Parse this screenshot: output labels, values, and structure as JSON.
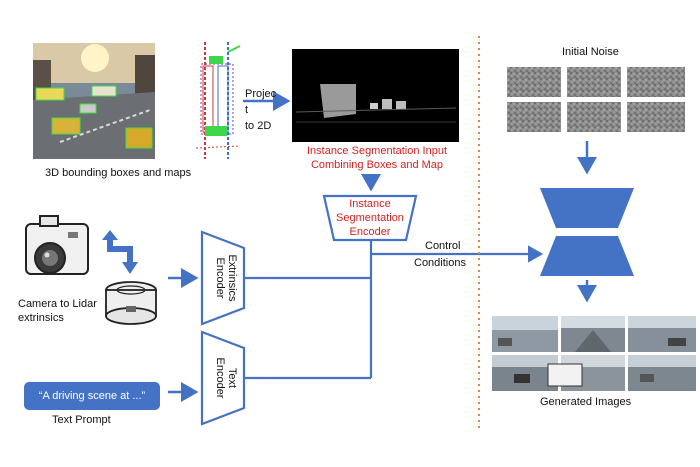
{
  "labels": {
    "bbox_maps": "3D bounding boxes and maps",
    "project_line1": "Projec",
    "project_line2": "t",
    "project_line3": "to 2D",
    "instance_input_line1": "Instance Segmentation Input",
    "instance_input_line2": "Combining Boxes and Map",
    "encoder_line1": "Instance",
    "encoder_line2": "Segmentation",
    "encoder_line3": "Encoder",
    "control_line1": "Control",
    "control_line2": "Conditions",
    "initial_noise": "Initial Noise",
    "generated_images": "Generated Images",
    "camera_line1": "Camera to Lidar",
    "camera_line2": "extrinsics",
    "extrinsics_encoder_line1": "Extrinsics",
    "extrinsics_encoder_line2": "Encoder",
    "text_encoder_line1": "Text",
    "text_encoder_line2": "Encoder",
    "prompt_text": "“A driving scene at ...”",
    "text_prompt": "Text Prompt"
  },
  "colors": {
    "accent_blue": "#4472c4",
    "highlight_red": "#d61f1f",
    "divider_orange": "#e08a3c"
  },
  "icons": [
    "camera-icon",
    "lidar-icon",
    "swap-arrows-icon"
  ]
}
